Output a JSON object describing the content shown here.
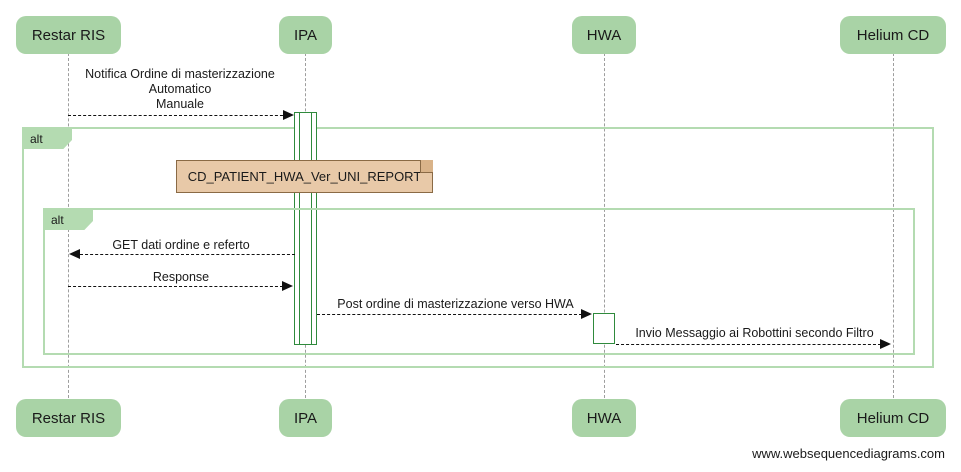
{
  "diagram": {
    "type": "uml-sequence-diagram",
    "colors": {
      "participant_fill": "#a9d3a6",
      "fragment_border": "#b4dbb1",
      "fragment_tab_fill": "#b4dbb1",
      "activation_border": "#2f8a3c",
      "note_fill": "#e8c9a8",
      "note_border": "#8a6a45",
      "lifeline": "#9e9e9e",
      "message": "#111111",
      "background": "#ffffff"
    },
    "participants": [
      {
        "id": "restar-ris",
        "label": "Restar RIS"
      },
      {
        "id": "ipa",
        "label": "IPA"
      },
      {
        "id": "hwa",
        "label": "HWA"
      },
      {
        "id": "helium-cd",
        "label": "Helium CD"
      }
    ],
    "fragments": [
      {
        "id": "outer-alt",
        "label": "alt"
      },
      {
        "id": "inner-alt",
        "label": "alt"
      }
    ],
    "notes": [
      {
        "id": "cd-patient-note",
        "text": "CD_PATIENT_HWA_Ver_UNI_REPORT"
      }
    ],
    "messages": [
      {
        "id": "notifica-ordine",
        "from": "restar-ris",
        "to": "ipa",
        "direction": "right",
        "style": "dashed",
        "label": "Notifica Ordine di masterizzazione\nAutomatico\nManuale"
      },
      {
        "id": "get-dati-ordine",
        "from": "ipa",
        "to": "restar-ris",
        "direction": "left",
        "style": "dashed",
        "label": "GET dati ordine e referto"
      },
      {
        "id": "response",
        "from": "restar-ris",
        "to": "ipa",
        "direction": "right",
        "style": "dashed",
        "label": "Response"
      },
      {
        "id": "post-ordine",
        "from": "ipa",
        "to": "hwa",
        "direction": "right",
        "style": "dashed",
        "label": "Post ordine di masterizzazione verso HWA"
      },
      {
        "id": "invio-messaggio",
        "from": "hwa",
        "to": "helium-cd",
        "direction": "right",
        "style": "dashed",
        "label": "Invio Messaggio ai Robottini secondo Filtro"
      }
    ],
    "footer": {
      "watermark": "www.websequencediagrams.com"
    }
  }
}
